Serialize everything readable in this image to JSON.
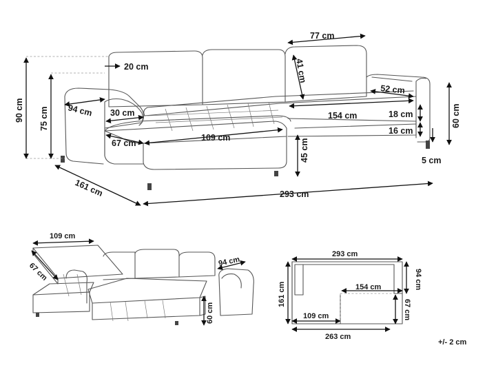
{
  "top_view_labels": {
    "seat_depth_top": "77 cm",
    "backrest_depth": "20 cm",
    "backrest_height": "41 cm",
    "total_height": "90 cm",
    "armrest_height": "75 cm",
    "arm_depth": "94 cm",
    "arm_width": "30 cm",
    "right_arm_width": "52 cm",
    "seat_width": "154 cm",
    "cushion_thickness": "18 cm",
    "base_thickness": "16 cm",
    "side_height": "60 cm",
    "chaise_width": "67 cm",
    "chaise_length": "109 cm",
    "seat_height": "45 cm",
    "leg_height": "5 cm",
    "total_depth": "161 cm",
    "total_width": "293 cm"
  },
  "bed_view_labels": {
    "storage_length": "109 cm",
    "storage_width": "67 cm",
    "arm_depth": "94 cm",
    "bed_height": "60 cm"
  },
  "plan_view_labels": {
    "total_width": "293 cm",
    "right_depth": "94 cm",
    "total_depth": "161 cm",
    "bed_width": "154 cm",
    "chaise_length": "109 cm",
    "bed_depth": "67 cm",
    "bed_length": "263 cm"
  },
  "tolerance": "+/- 2 cm"
}
